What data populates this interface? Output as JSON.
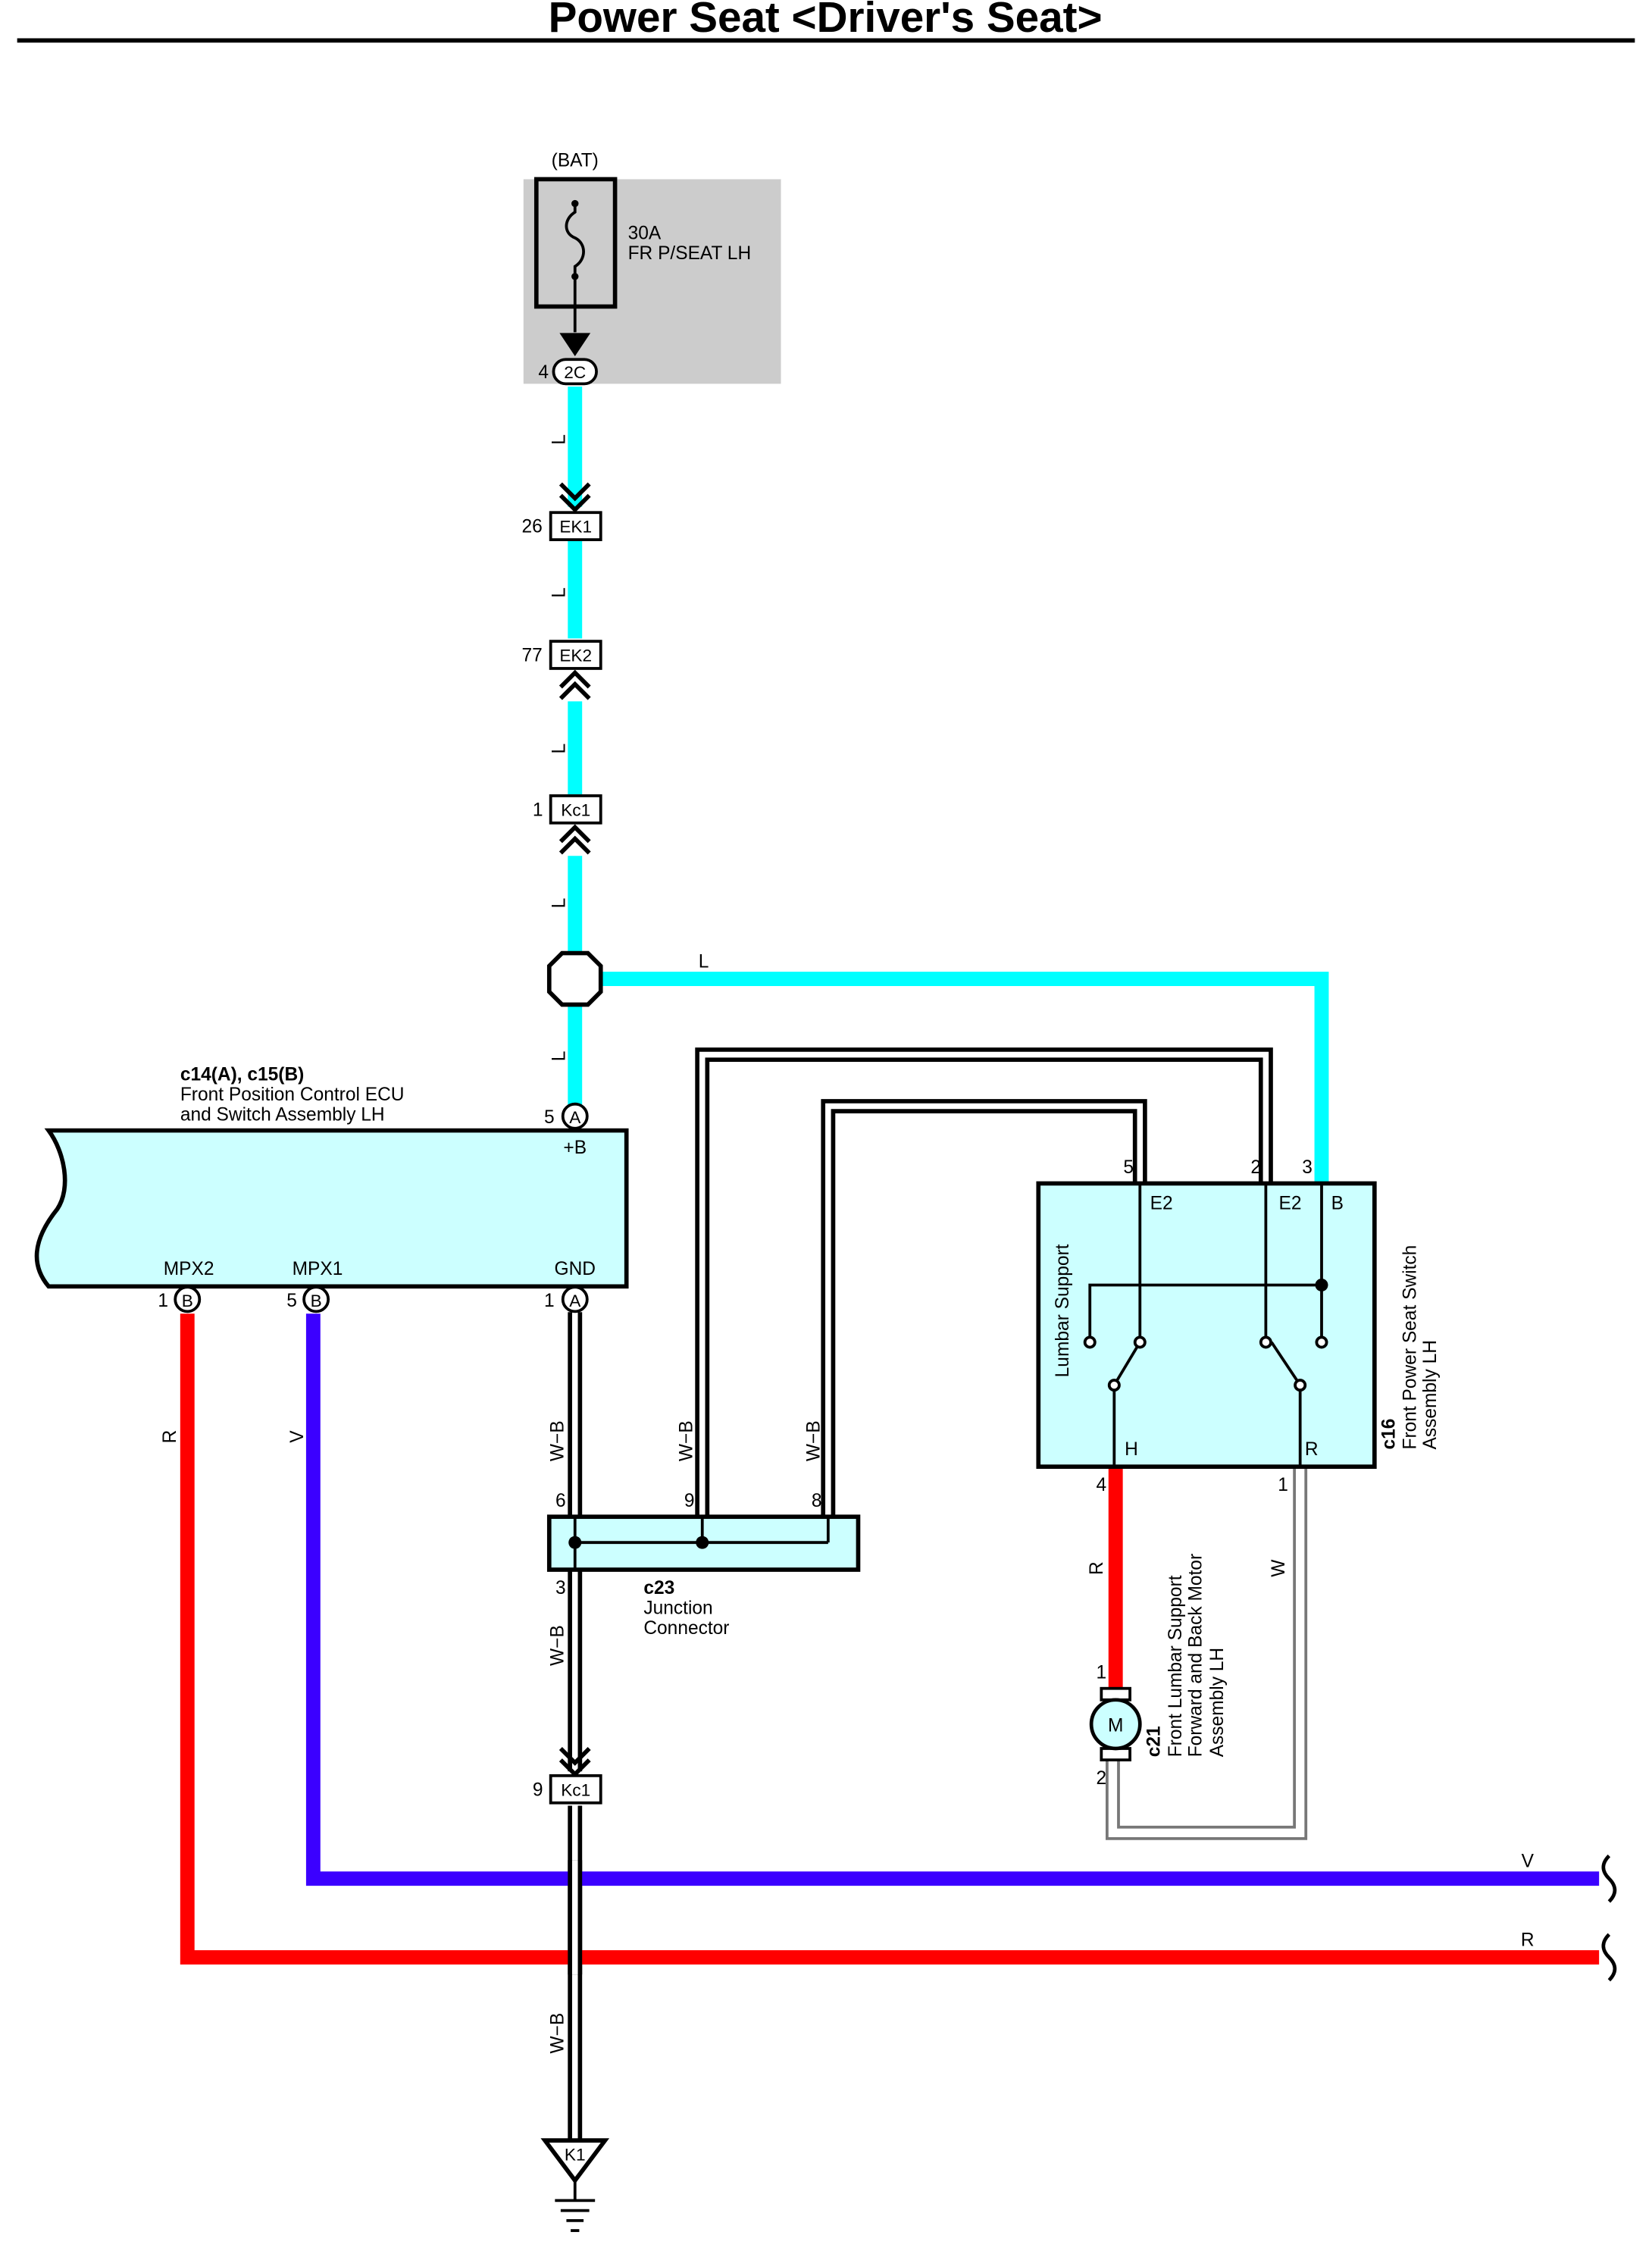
{
  "title": "Power Seat <Driver's Seat>",
  "colors": {
    "L": "#00ffff",
    "R": "#ff0000",
    "V": "#3b00ff",
    "B": "#000000",
    "W": "#ffffff",
    "component_fill": "#ccffff",
    "fuse_box_fill": "#cccccc"
  },
  "fuse": {
    "source": "(BAT)",
    "rating": "30A",
    "name": "FR P/SEAT LH",
    "connector": "2C",
    "pin": "4"
  },
  "connectors": {
    "ek1": {
      "id": "EK1",
      "pin": "26"
    },
    "ek2": {
      "id": "EK2",
      "pin": "77"
    },
    "kc1_top": {
      "id": "Kc1",
      "pin": "1"
    },
    "kc1_bottom": {
      "id": "Kc1",
      "pin": "9"
    }
  },
  "wire_labels": {
    "l": "L",
    "r": "R",
    "v": "V",
    "w": "W",
    "wb": "W−B"
  },
  "ecu": {
    "code": "c14(A), c15(B)",
    "name_line1": "Front Position Control ECU",
    "name_line2": "and Switch Assembly LH",
    "pins": {
      "plus_b": {
        "label": "+B",
        "pin": "5",
        "conn": "A"
      },
      "mpx2": {
        "label": "MPX2",
        "pin": "1",
        "conn": "B"
      },
      "mpx1": {
        "label": "MPX1",
        "pin": "5",
        "conn": "B"
      },
      "gnd": {
        "label": "GND",
        "pin": "1",
        "conn": "A"
      }
    }
  },
  "junction": {
    "code": "c23",
    "name_line1": "Junction",
    "name_line2": "Connector",
    "pins": [
      "6",
      "9",
      "8",
      "3"
    ]
  },
  "switch": {
    "code": "c16",
    "name_line1": "Front Power Seat Switch",
    "name_line2": "Assembly LH",
    "inner_label": "Lumbar Support",
    "terminals": {
      "e2_left": {
        "label": "E2",
        "pin": "5"
      },
      "e2_right": {
        "label": "E2",
        "pin": "2"
      },
      "b": {
        "label": "B",
        "pin": "3"
      },
      "h": {
        "label": "H",
        "pin": "4"
      },
      "r": {
        "label": "R",
        "pin": "1"
      }
    }
  },
  "motor": {
    "code": "c21",
    "name_line1": "Front Lumbar Support",
    "name_line2": "Forward and Back Motor",
    "name_line3": "Assembly LH",
    "symbol": "M",
    "pins": [
      "1",
      "2"
    ]
  },
  "ground": {
    "id": "K1"
  }
}
